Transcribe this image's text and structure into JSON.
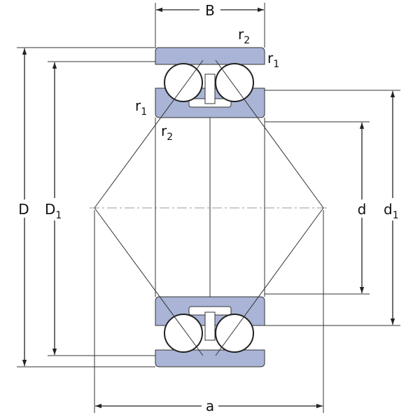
{
  "diagram": {
    "labels": {
      "B": "B",
      "r2_top": {
        "base": "r",
        "sub": "2"
      },
      "r1_top": {
        "base": "r",
        "sub": "1"
      },
      "r1_left": {
        "base": "r",
        "sub": "1"
      },
      "r2_left": {
        "base": "r",
        "sub": "2"
      },
      "D": "D",
      "D1": {
        "base": "D",
        "sub": "1"
      },
      "d": "d",
      "d1": {
        "base": "d",
        "sub": "1"
      },
      "a": "a"
    },
    "colors": {
      "ring_fill": "#aab4d6",
      "ball_fill": "#ffffff",
      "line": "#222222"
    }
  }
}
